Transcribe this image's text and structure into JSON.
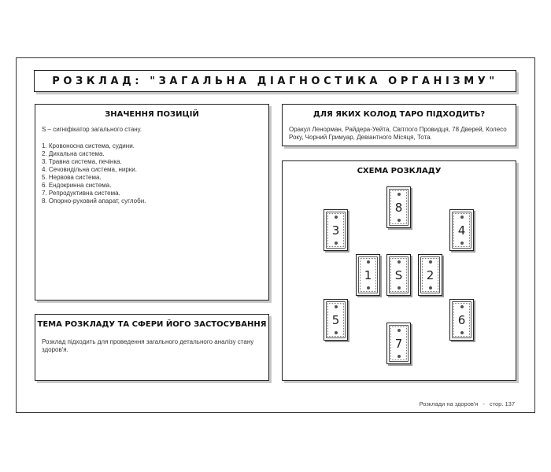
{
  "title": "РОЗКЛАД: \"ЗАГАЛЬНА ДІАГНОСТИКА ОРГАНІЗМУ\"",
  "positions": {
    "heading": "ЗНАЧЕННЯ ПОЗИЦІЙ",
    "intro": "S – сигніфікатор загального стану.",
    "items": [
      "1. Кровоносна система, судини.",
      "2. Дихальна система.",
      "3. Травна система, печінка.",
      "4. Сечовидільна система, нирки.",
      "5. Нервова система.",
      "6. Ендокринна система.",
      "7. Репродуктивна система.",
      "8. Опорно-руховий апарат, суглоби."
    ]
  },
  "theme": {
    "heading": "ТЕМА РОЗКЛАДУ ТА СФЕРИ ЙОГО ЗАСТОСУВАННЯ",
    "text": "Розклад підходить для проведення загального детального аналізу стану здоров'я."
  },
  "decks": {
    "heading": "ДЛЯ ЯКИХ КОЛОД ТАРО ПІДХОДИТЬ?",
    "text": "Оракул Ленорман, Райдера-Уейта, Світлого Провидця, 78 Дверей, Колесо Року, Чорний Гримуар, Девіантного Місяця, Тота."
  },
  "scheme": {
    "heading": "СХЕМА РОЗКЛАДУ",
    "cards": [
      "8",
      "3",
      "4",
      "1",
      "S",
      "2",
      "5",
      "6",
      "7"
    ]
  },
  "footer": {
    "section": "Розклади на здоров'я",
    "separator": "-",
    "page": "стор. 137"
  }
}
